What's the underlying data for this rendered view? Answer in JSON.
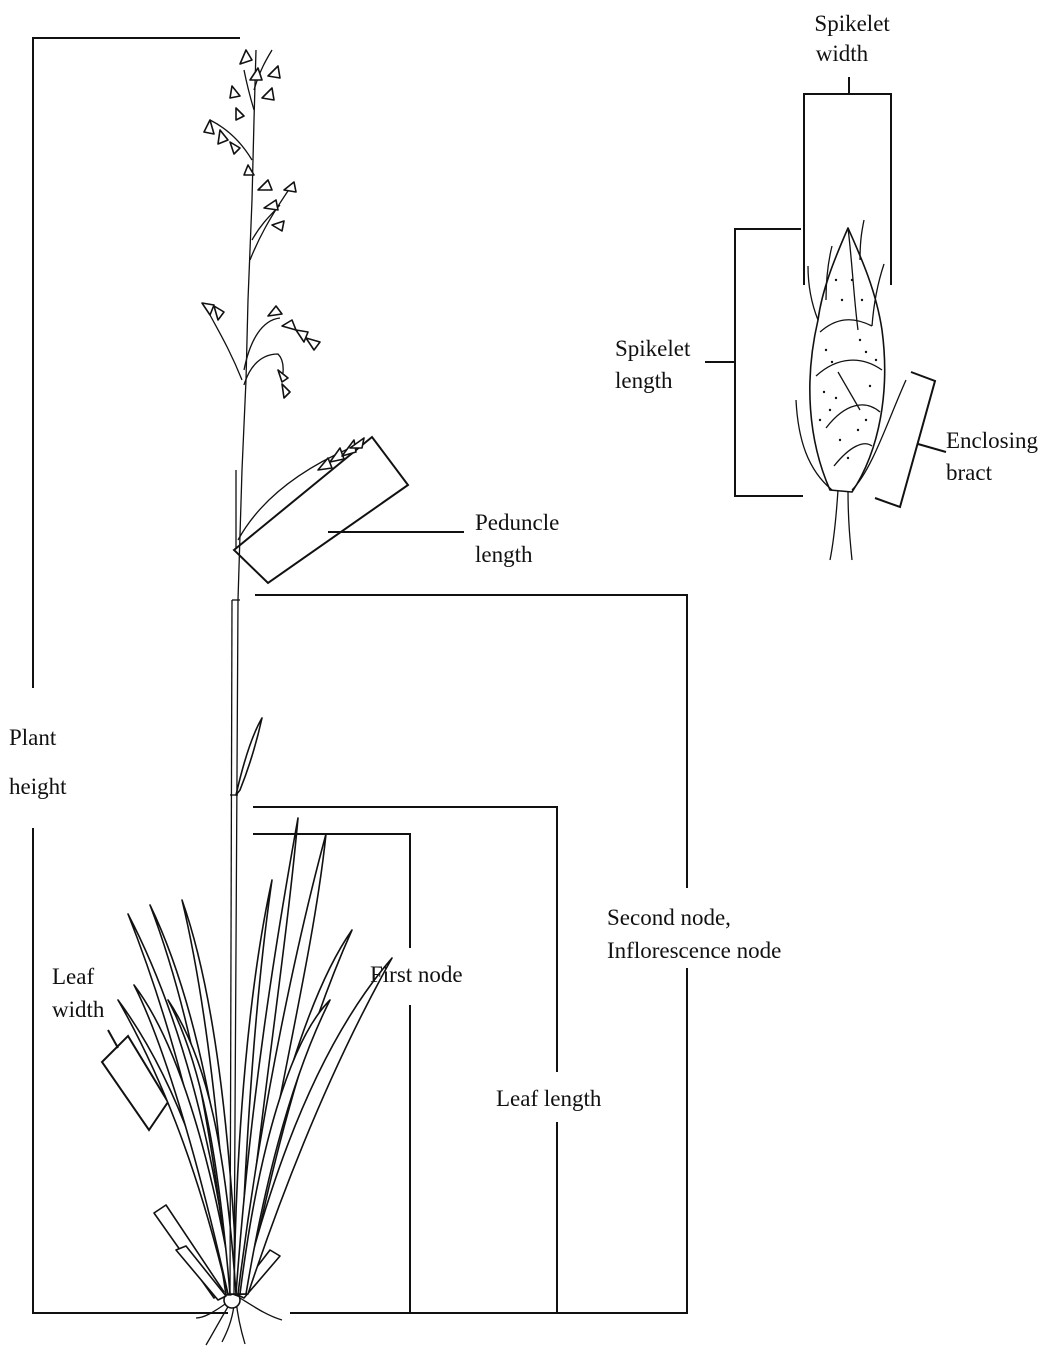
{
  "labels": {
    "spikelet_width": [
      "Spikelet",
      "width"
    ],
    "spikelet_length": [
      "Spikelet",
      "length"
    ],
    "enclosing_bract": [
      "Enclosing",
      "bract"
    ],
    "peduncle_length": [
      "Peduncle",
      "length"
    ],
    "plant_height": [
      "Plant",
      "height"
    ],
    "second_node": [
      "Second node,",
      "Inflorescence node"
    ],
    "leaf_width": [
      "Leaf",
      "width"
    ],
    "first_node": "First node",
    "leaf_length": "Leaf length"
  },
  "colors": {
    "ink": "#111111",
    "paper": "#ffffff"
  }
}
